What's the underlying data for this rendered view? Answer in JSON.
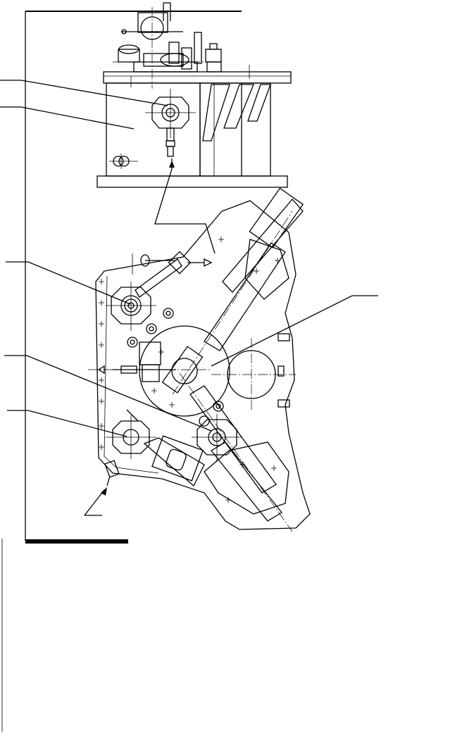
{
  "figure": {
    "kind": "mechanical-assembly-drawing",
    "views": [
      "top-view",
      "side-view"
    ],
    "line_color": "#000000",
    "background": "#ffffff"
  },
  "callouts": {
    "count": 6,
    "text": []
  }
}
